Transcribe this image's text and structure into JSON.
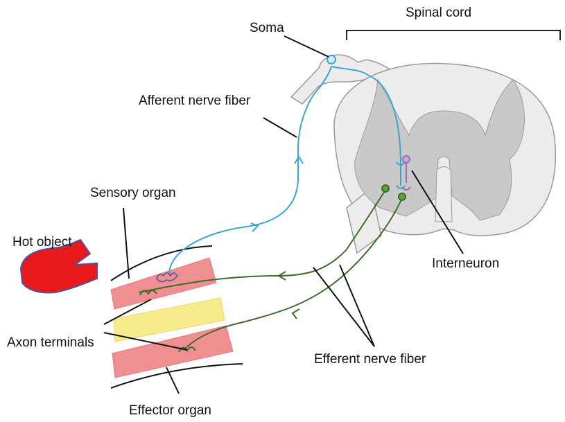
{
  "diagram": {
    "labels": {
      "spinal_cord": "Spinal cord",
      "soma": "Soma",
      "afferent_nerve_fiber": "Afferent nerve fiber",
      "sensory_organ": "Sensory organ",
      "hot_object": "Hot object",
      "interneuron": "Interneuron",
      "axon_terminals": "Axon terminals",
      "efferent_nerve_fiber": "Efferent nerve fiber",
      "effector_organ": "Effector organ"
    },
    "colors": {
      "afferent": "#3aa6cf",
      "efferent": "#3d6b2a",
      "interneuron": "#9b6bb0",
      "hot_object": "#e8191b",
      "muscle": "#f08f92",
      "fat_layer": "#f7ec8d",
      "grey_matter": "#c9c9c9",
      "white_matter": "#ececec"
    }
  }
}
